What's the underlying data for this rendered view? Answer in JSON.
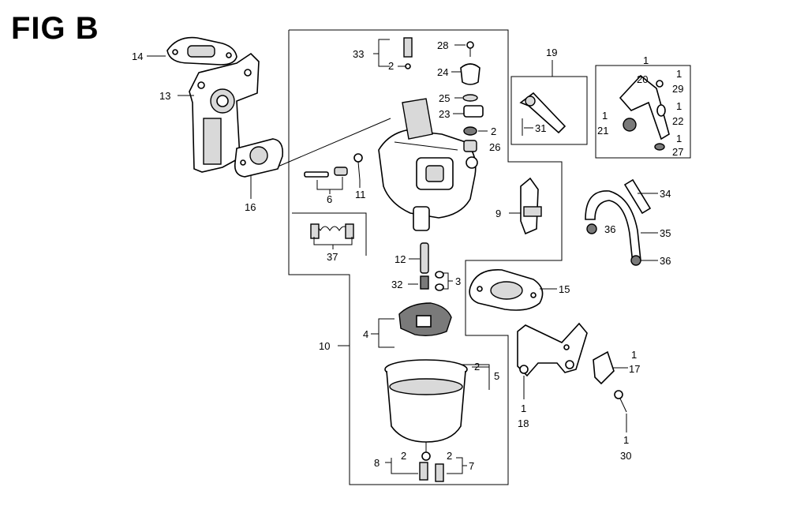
{
  "figure": {
    "title": "FIG B"
  },
  "callouts": [
    {
      "key": "c14",
      "text": "14"
    },
    {
      "key": "c13",
      "text": "13"
    },
    {
      "key": "c16",
      "text": "16"
    },
    {
      "key": "c33",
      "text": "33"
    },
    {
      "key": "c33q",
      "text": "2"
    },
    {
      "key": "c28",
      "text": "28"
    },
    {
      "key": "c24",
      "text": "24"
    },
    {
      "key": "c25",
      "text": "25"
    },
    {
      "key": "c23",
      "text": "23"
    },
    {
      "key": "c2a",
      "text": "2"
    },
    {
      "key": "c26",
      "text": "26"
    },
    {
      "key": "c6",
      "text": "6"
    },
    {
      "key": "c11",
      "text": "11"
    },
    {
      "key": "c37",
      "text": "37"
    },
    {
      "key": "c12",
      "text": "12"
    },
    {
      "key": "c32",
      "text": "32"
    },
    {
      "key": "c3",
      "text": "3"
    },
    {
      "key": "c19",
      "text": "19"
    },
    {
      "key": "c31",
      "text": "31"
    },
    {
      "key": "c20q",
      "text": "1"
    },
    {
      "key": "c20",
      "text": "20"
    },
    {
      "key": "c29q",
      "text": "1"
    },
    {
      "key": "c29",
      "text": "29"
    },
    {
      "key": "c22q",
      "text": "1"
    },
    {
      "key": "c22",
      "text": "22"
    },
    {
      "key": "c21q",
      "text": "1"
    },
    {
      "key": "c21",
      "text": "21"
    },
    {
      "key": "c27q",
      "text": "1"
    },
    {
      "key": "c27",
      "text": "27"
    },
    {
      "key": "c9",
      "text": "9"
    },
    {
      "key": "c34",
      "text": "34"
    },
    {
      "key": "c36a",
      "text": "36"
    },
    {
      "key": "c35",
      "text": "35"
    },
    {
      "key": "c36b",
      "text": "36"
    },
    {
      "key": "c15",
      "text": "15"
    },
    {
      "key": "c10",
      "text": "10"
    },
    {
      "key": "c4",
      "text": "4"
    },
    {
      "key": "c2b",
      "text": "2"
    },
    {
      "key": "c5",
      "text": "5"
    },
    {
      "key": "c8",
      "text": "8"
    },
    {
      "key": "c2c",
      "text": "2"
    },
    {
      "key": "c2d",
      "text": "2"
    },
    {
      "key": "c7",
      "text": "7"
    },
    {
      "key": "c17q",
      "text": "1"
    },
    {
      "key": "c17",
      "text": "17"
    },
    {
      "key": "c18q",
      "text": "1"
    },
    {
      "key": "c18",
      "text": "18"
    },
    {
      "key": "c30q",
      "text": "1"
    },
    {
      "key": "c30",
      "text": "30"
    }
  ]
}
